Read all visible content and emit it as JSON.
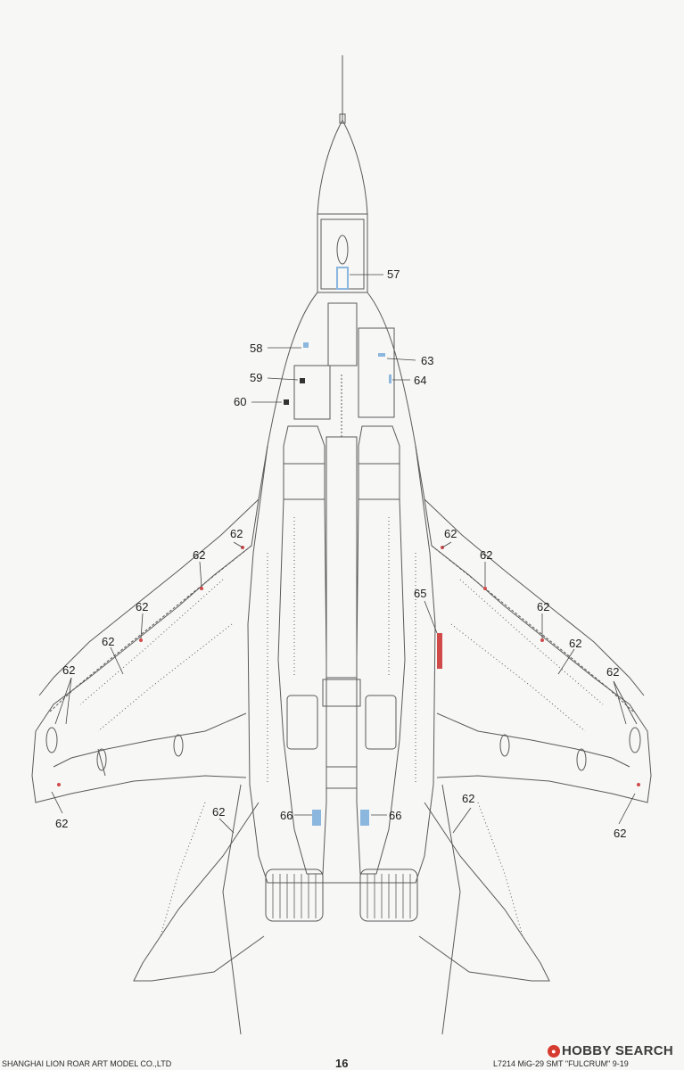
{
  "colors": {
    "line": "#5a5a5a",
    "decal_blue": "#8bb6de",
    "decal_red": "#d04a4a",
    "leader": "#444444",
    "watermark_accent": "#d63b2f"
  },
  "callouts": {
    "c57": "57",
    "c58": "58",
    "c59": "59",
    "c60": "60",
    "c63": "63",
    "c64": "64",
    "c65": "65",
    "c66": "66",
    "c62": "62"
  },
  "footer": {
    "left": "SHANGHAI LION ROAR ART MODEL CO.,LTD",
    "page_number": "16",
    "right": "L7214  MiG-29  SMT  \"FULCRUM\"  9-19"
  },
  "watermark": {
    "badge_icon": "hobby-search-logo-icon",
    "text": "HOBBY SEARCH"
  }
}
